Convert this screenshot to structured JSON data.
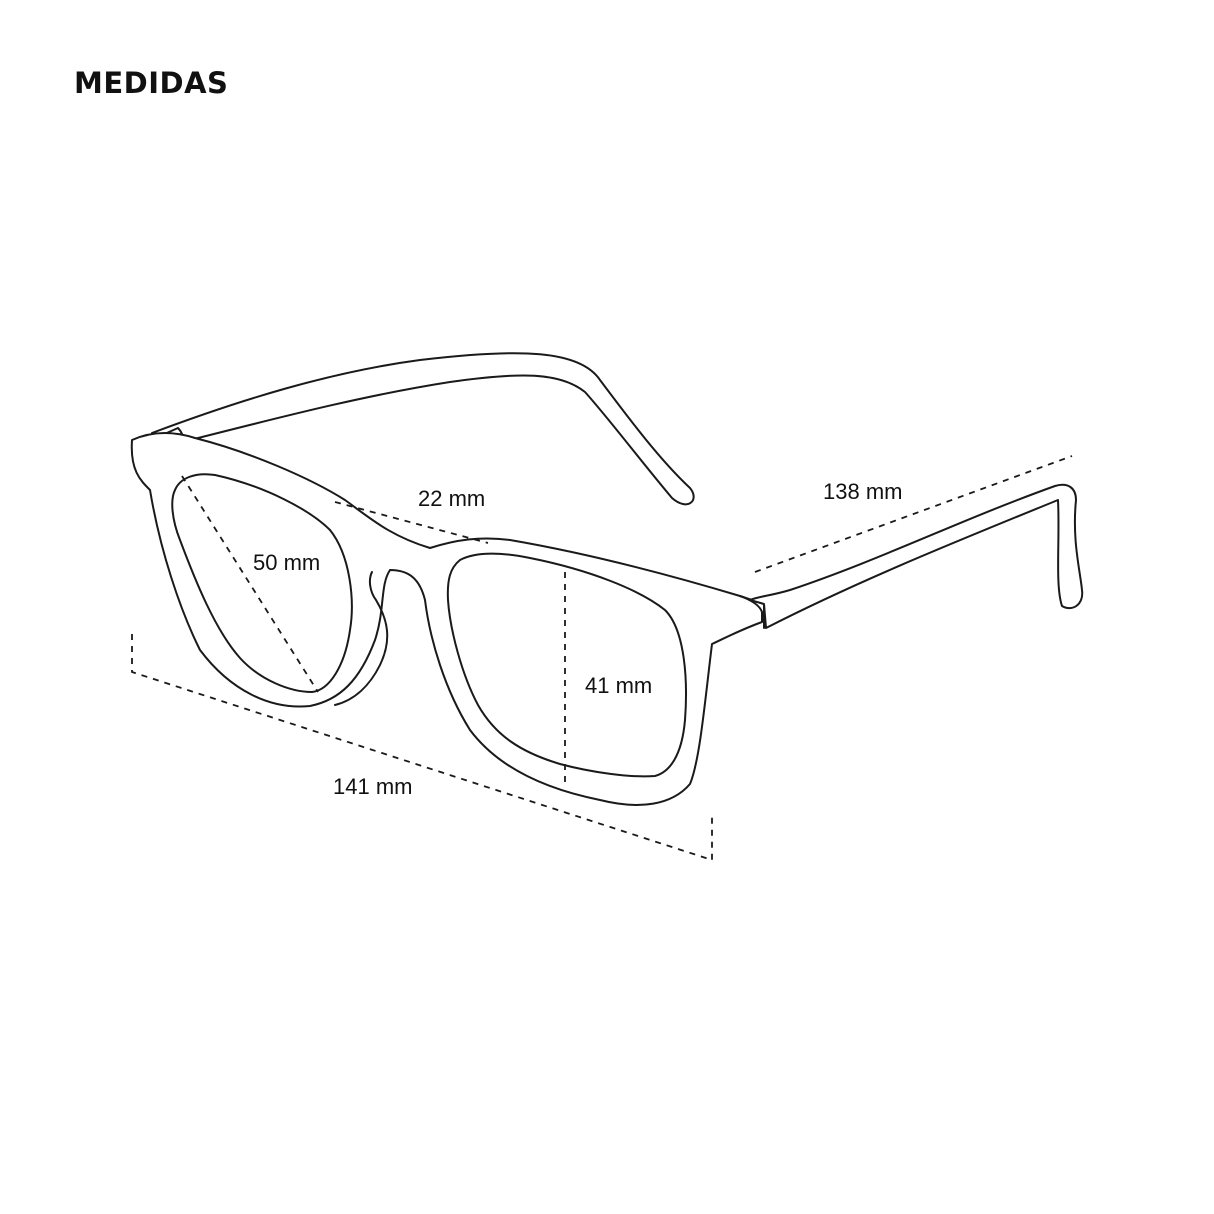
{
  "title": "MEDIDAS",
  "measurements": {
    "bridge": "22 mm",
    "lens_diagonal": "50 mm",
    "lens_height": "41 mm",
    "frame_width": "141 mm",
    "temple_length": "138 mm"
  },
  "colors": {
    "background": "#ffffff",
    "line": "#1a1a1a",
    "text": "#111111"
  }
}
